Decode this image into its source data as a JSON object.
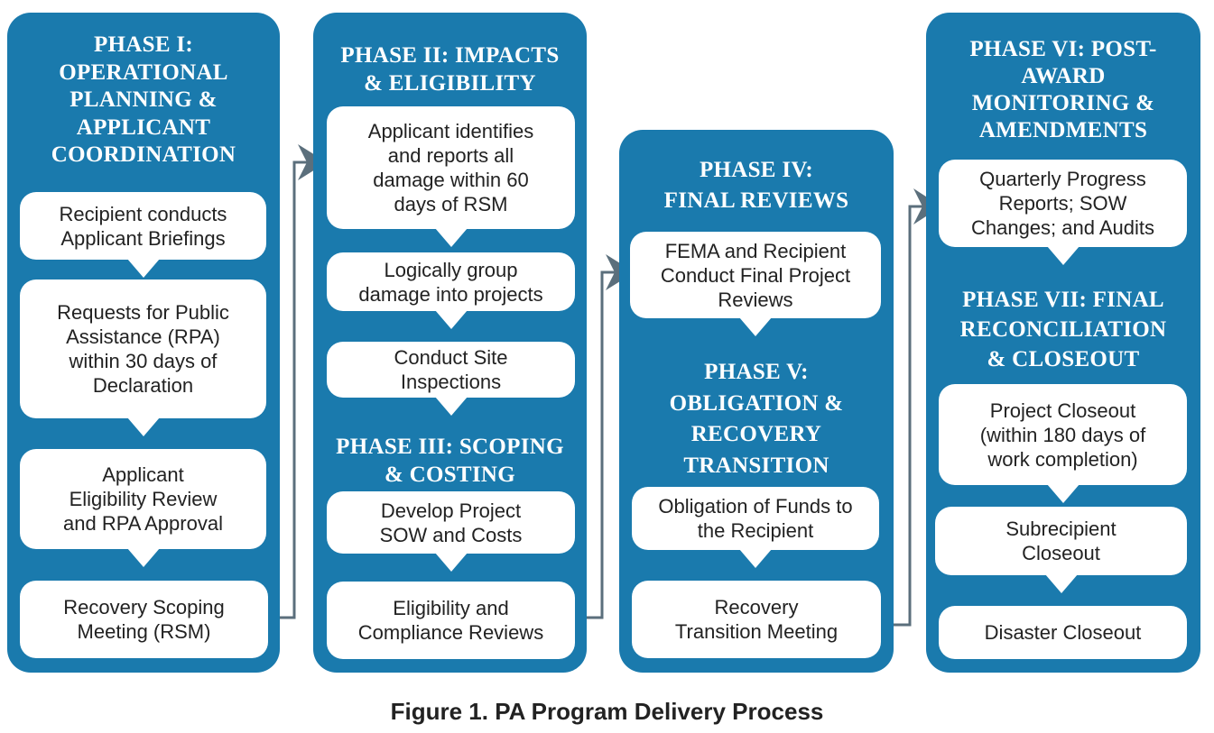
{
  "colors": {
    "panel": "#1a7aad",
    "box": "#ffffff",
    "connector": "#5b6f7c"
  },
  "phases": {
    "p1": "PHASE I:\nOPERATIONAL\nPLANNING &\nAPPLICANT\nCOORDINATION",
    "p2": "PHASE II: IMPACTS\n& ELIGIBILITY",
    "p3": "PHASE III: SCOPING\n& COSTING",
    "p4": "PHASE IV:\nFINAL REVIEWS",
    "p5": "PHASE V:\nOBLIGATION &\nRECOVERY\nTRANSITION",
    "p6": "PHASE VI: POST-\nAWARD\nMONITORING &\nAMENDMENTS",
    "p7": "PHASE VII: FINAL\nRECONCILIATION\n& CLOSEOUT"
  },
  "steps": {
    "c1": [
      "Recipient conducts\nApplicant Briefings",
      "Requests for Public\nAssistance (RPA)\nwithin 30 days of\nDeclaration",
      "Applicant\nEligibility Review\nand RPA Approval",
      "Recovery Scoping\nMeeting (RSM)"
    ],
    "c2": [
      "Applicant identifies\nand reports all\ndamage within 60\ndays of RSM",
      "Logically group\ndamage into projects",
      "Conduct Site\nInspections",
      "Develop Project\nSOW and Costs",
      "Eligibility and\nCompliance Reviews"
    ],
    "c3": [
      "FEMA and Recipient\nConduct Final Project\nReviews",
      "Obligation of Funds to\nthe Recipient",
      "Recovery\nTransition Meeting"
    ],
    "c4": [
      "Quarterly Progress\nReports; SOW\nChanges; and Audits",
      "Project Closeout\n(within 180 days of\nwork completion)",
      "Subrecipient\nCloseout",
      "Disaster Closeout"
    ]
  },
  "caption": "Figure 1. PA Program Delivery Process"
}
